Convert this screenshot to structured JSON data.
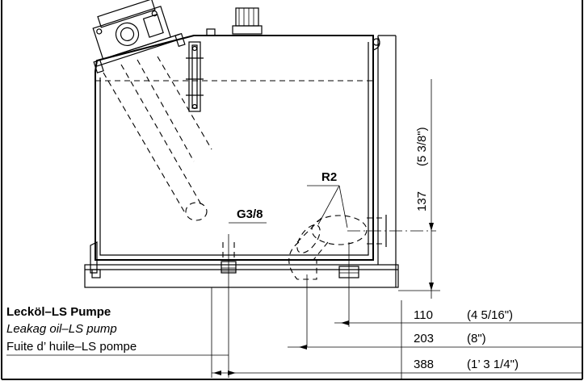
{
  "labels": {
    "r2": "R2",
    "g38": "G3/8",
    "dim_137": "137",
    "dim_137_imperial": "(5 3/8\")",
    "title_de": "Lecköl–LS Pumpe",
    "title_en": "Leakag oil–LS pump",
    "title_fr": "Fuite d’ huile–LS pompe"
  },
  "dimensions": [
    {
      "metric": "110",
      "imperial": "(4 5/16\")"
    },
    {
      "metric": "203",
      "imperial": "(8\")"
    },
    {
      "metric": "388",
      "imperial": "(1’ 3 1/4\")"
    }
  ]
}
